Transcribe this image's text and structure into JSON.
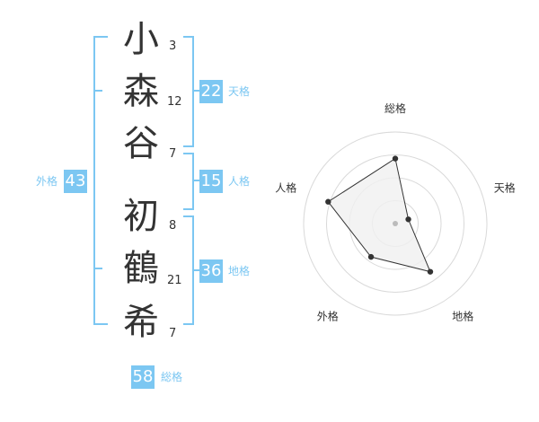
{
  "name_chars": [
    {
      "char": "小",
      "strokes": "3"
    },
    {
      "char": "森",
      "strokes": "12"
    },
    {
      "char": "谷",
      "strokes": "7"
    },
    {
      "char": "初",
      "strokes": "8"
    },
    {
      "char": "鶴",
      "strokes": "21"
    },
    {
      "char": "希",
      "strokes": "7"
    }
  ],
  "scores": {
    "tenkaku": {
      "label": "天格",
      "value": "22"
    },
    "jinkaku": {
      "label": "人格",
      "value": "15"
    },
    "chikaku": {
      "label": "地格",
      "value": "36"
    },
    "gaikaku": {
      "label": "外格",
      "value": "43"
    },
    "soukaku": {
      "label": "総格",
      "value": "58"
    }
  },
  "colors": {
    "accent": "#7cc7f2",
    "ring": "#d9d9d9",
    "fill": "#f0f0f0",
    "line": "#333333"
  },
  "chart_data": {
    "type": "radar",
    "axes": [
      "総格",
      "天格",
      "地格",
      "外格",
      "人格"
    ],
    "values": [
      0.71,
      0.15,
      0.65,
      0.45,
      0.77
    ],
    "max": 1,
    "rings": 4
  }
}
